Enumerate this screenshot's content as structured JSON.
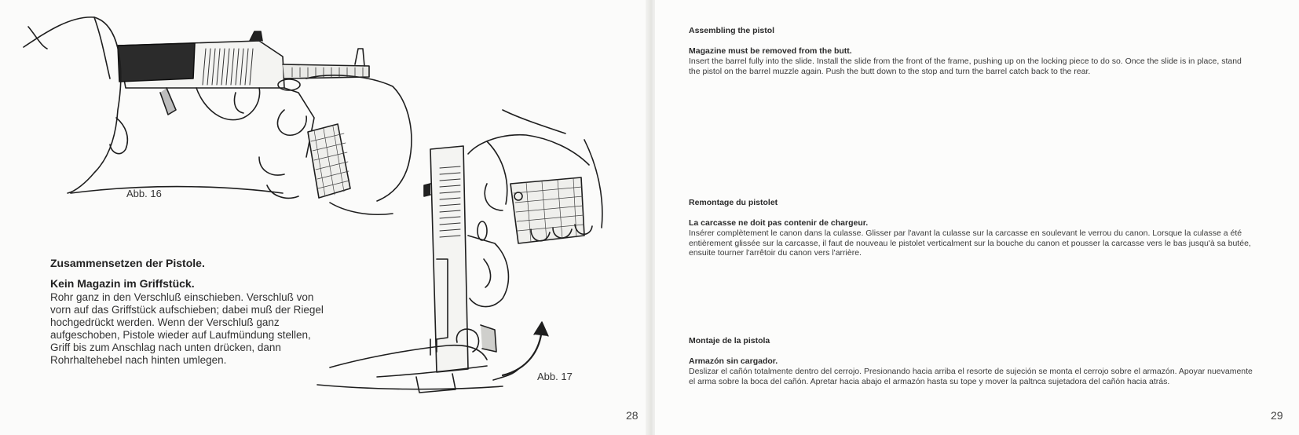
{
  "left_page": {
    "figure_16_label": "Abb. 16",
    "figure_17_label": "Abb. 17",
    "title": "Zusammensetzen der Pistole.",
    "subtitle": "Kein Magazin im Griffstück.",
    "body": "Rohr ganz in den Verschluß einschieben. Verschluß von vorn auf das Griffstück aufschieben; dabei muß der Riegel hochgedrückt werden. Wenn der Verschluß ganz aufgeschoben, Pistole wieder auf Laufmündung stellen, Griff bis zum Anschlag nach unten drücken, dann Rohrhaltehebel nach hinten umlegen.",
    "page_number": "28"
  },
  "right_page": {
    "english": {
      "title": "Assembling the pistol",
      "subtitle": "Magazine must be removed from the butt.",
      "body": "Insert the barrel fully into the slide. Install the slide from the front of the frame, pushing up on the locking piece to do so. Once the slide is in place, stand the pistol on the barrel muzzle again. Push the butt down to the stop and turn the barrel catch back to the rear."
    },
    "french": {
      "title": "Remontage du pistolet",
      "subtitle": "La carcasse ne doit pas contenir de chargeur.",
      "body": "Insérer complètement le canon dans la culasse. Glisser par l'avant la culasse sur la carcasse en soulevant le verrou du canon. Lorsque la culasse a été entièrement glissée sur la carcasse, il faut de nouveau le pistolet verticalment sur la bouche du canon et pousser la carcasse vers le bas jusqu'à sa butée, ensuite tourner l'arrêtoir du canon vers l'arrière."
    },
    "spanish": {
      "title": "Montaje de la pistola",
      "subtitle": "Armazón sin cargador.",
      "body": "Deslizar el cañón totalmente dentro del cerrojo. Presionando hacia arriba el resorte de sujeción se monta el cerrojo sobre el armazón. Apoyar nuevamente el arma sobre la boca del cañón. Apretar hacia abajo el armazón hasta su tope y mover la paltnca sujetadora del cañón hacia atrás."
    },
    "page_number": "29"
  }
}
